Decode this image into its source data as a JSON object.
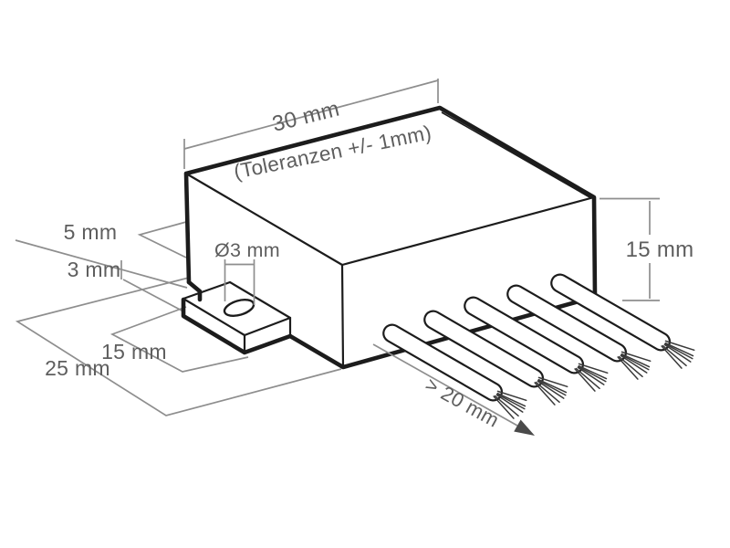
{
  "diagram": {
    "kind": "isometric technical drawing of electronic module with mounting tab and 5 stripped wires",
    "labels": {
      "width": "30 mm",
      "tolerance_note": "(Toleranzen +/- 1mm)",
      "height": "15 mm",
      "tab_offset": "5 mm",
      "tab_step": "3 mm",
      "hole_diameter": "Ø3 mm",
      "tab_length": "15 mm",
      "depth": "25 mm",
      "wire_length": "> 20 mm"
    },
    "wires": {
      "count": 5
    },
    "colors": {
      "background": "#ffffff",
      "fill": "#ffffff",
      "outline": "#1c1c1c",
      "dim_line": "#8e8e8e",
      "dim_text": "#5e5e5e",
      "arrow": "#4a4a4a",
      "strand": "#3a3a3a"
    }
  }
}
